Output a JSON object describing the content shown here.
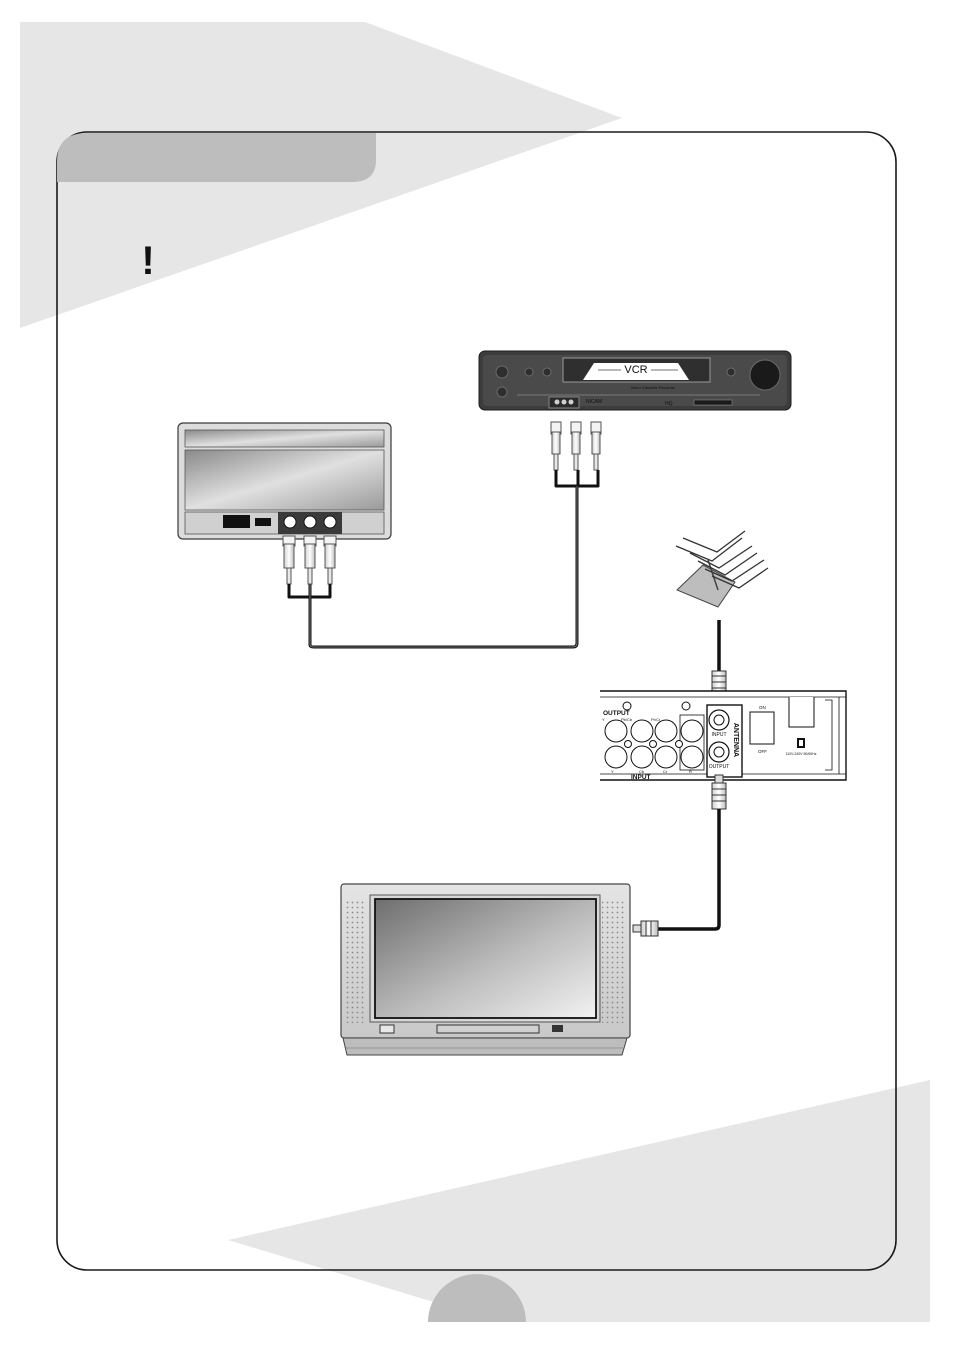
{
  "page": {
    "warning_mark": "!"
  },
  "vcr": {
    "title": "VCR",
    "subtitle": "Video Cassette Recorder",
    "brand_line": "NICAM",
    "small_mark": "HQ"
  },
  "receiver": {
    "output_label": "OUTPUT",
    "input_label": "INPUT",
    "antenna_label": "ANTENNA",
    "antenna_input_label": "INPUT",
    "antenna_output_label": "OUTPUT",
    "switch_on": "ON",
    "switch_off": "OFF",
    "power_rating": "110V-240V 50/60Hz",
    "output_jacks": [
      "Y",
      "Pb/Cb",
      "Pr/Cr"
    ],
    "input_jacks": [
      "Y",
      "Cb",
      "Cr",
      "R"
    ]
  },
  "colors": {
    "banner_gray": "#bdbdbd",
    "background_band": "#e6e6e6",
    "vcr_body": "#3c3c3c",
    "frame_line": "#1a1a1a"
  }
}
